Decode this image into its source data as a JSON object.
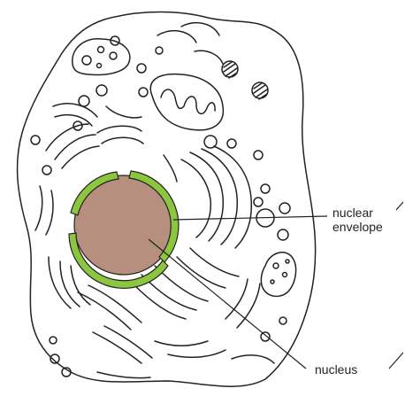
{
  "labels": {
    "envelope_line1": "nuclear",
    "envelope_line2": "envelope",
    "nucleus": "nucleus"
  },
  "colors": {
    "envelope": "#8cc63f",
    "nucleus": "#b68f7f",
    "outline": "#222222",
    "leader": "#222222"
  }
}
